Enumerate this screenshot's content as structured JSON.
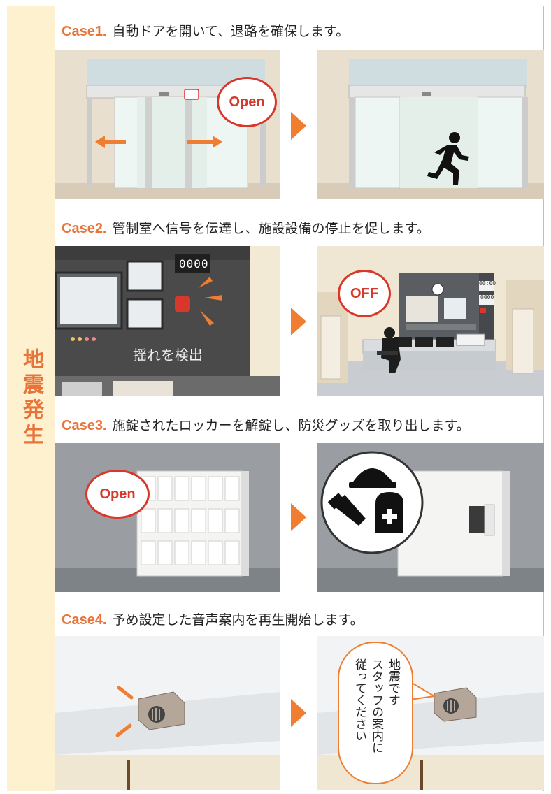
{
  "sidebar": {
    "label": "地震発生"
  },
  "cases": [
    {
      "num": "Case1.",
      "text": "自動ドアを開いて、退路を確保します。",
      "bubble": "Open"
    },
    {
      "num": "Case2.",
      "text": "管制室へ信号を伝達し、施設設備の停止を促します。",
      "panel_caption": "揺れを検出",
      "counter": "0000",
      "counter_small": "00:00",
      "counter_small2": "0000",
      "bubble": "OFF"
    },
    {
      "num": "Case3.",
      "text": "施錠されたロッカーを解錠し、防災グッズを取り出します。",
      "bubble": "Open"
    },
    {
      "num": "Case4.",
      "text": "予め設定した音声案内を再生開始します。",
      "speech_col1": "地震です",
      "speech_col2": "スタッフの案内に",
      "speech_col3": "従ってください"
    }
  ],
  "colors": {
    "accent": "#e8743a",
    "bubble_red": "#d8382c",
    "sidebar_bg": "#fdf1cf",
    "arrow": "#ef7d32"
  }
}
